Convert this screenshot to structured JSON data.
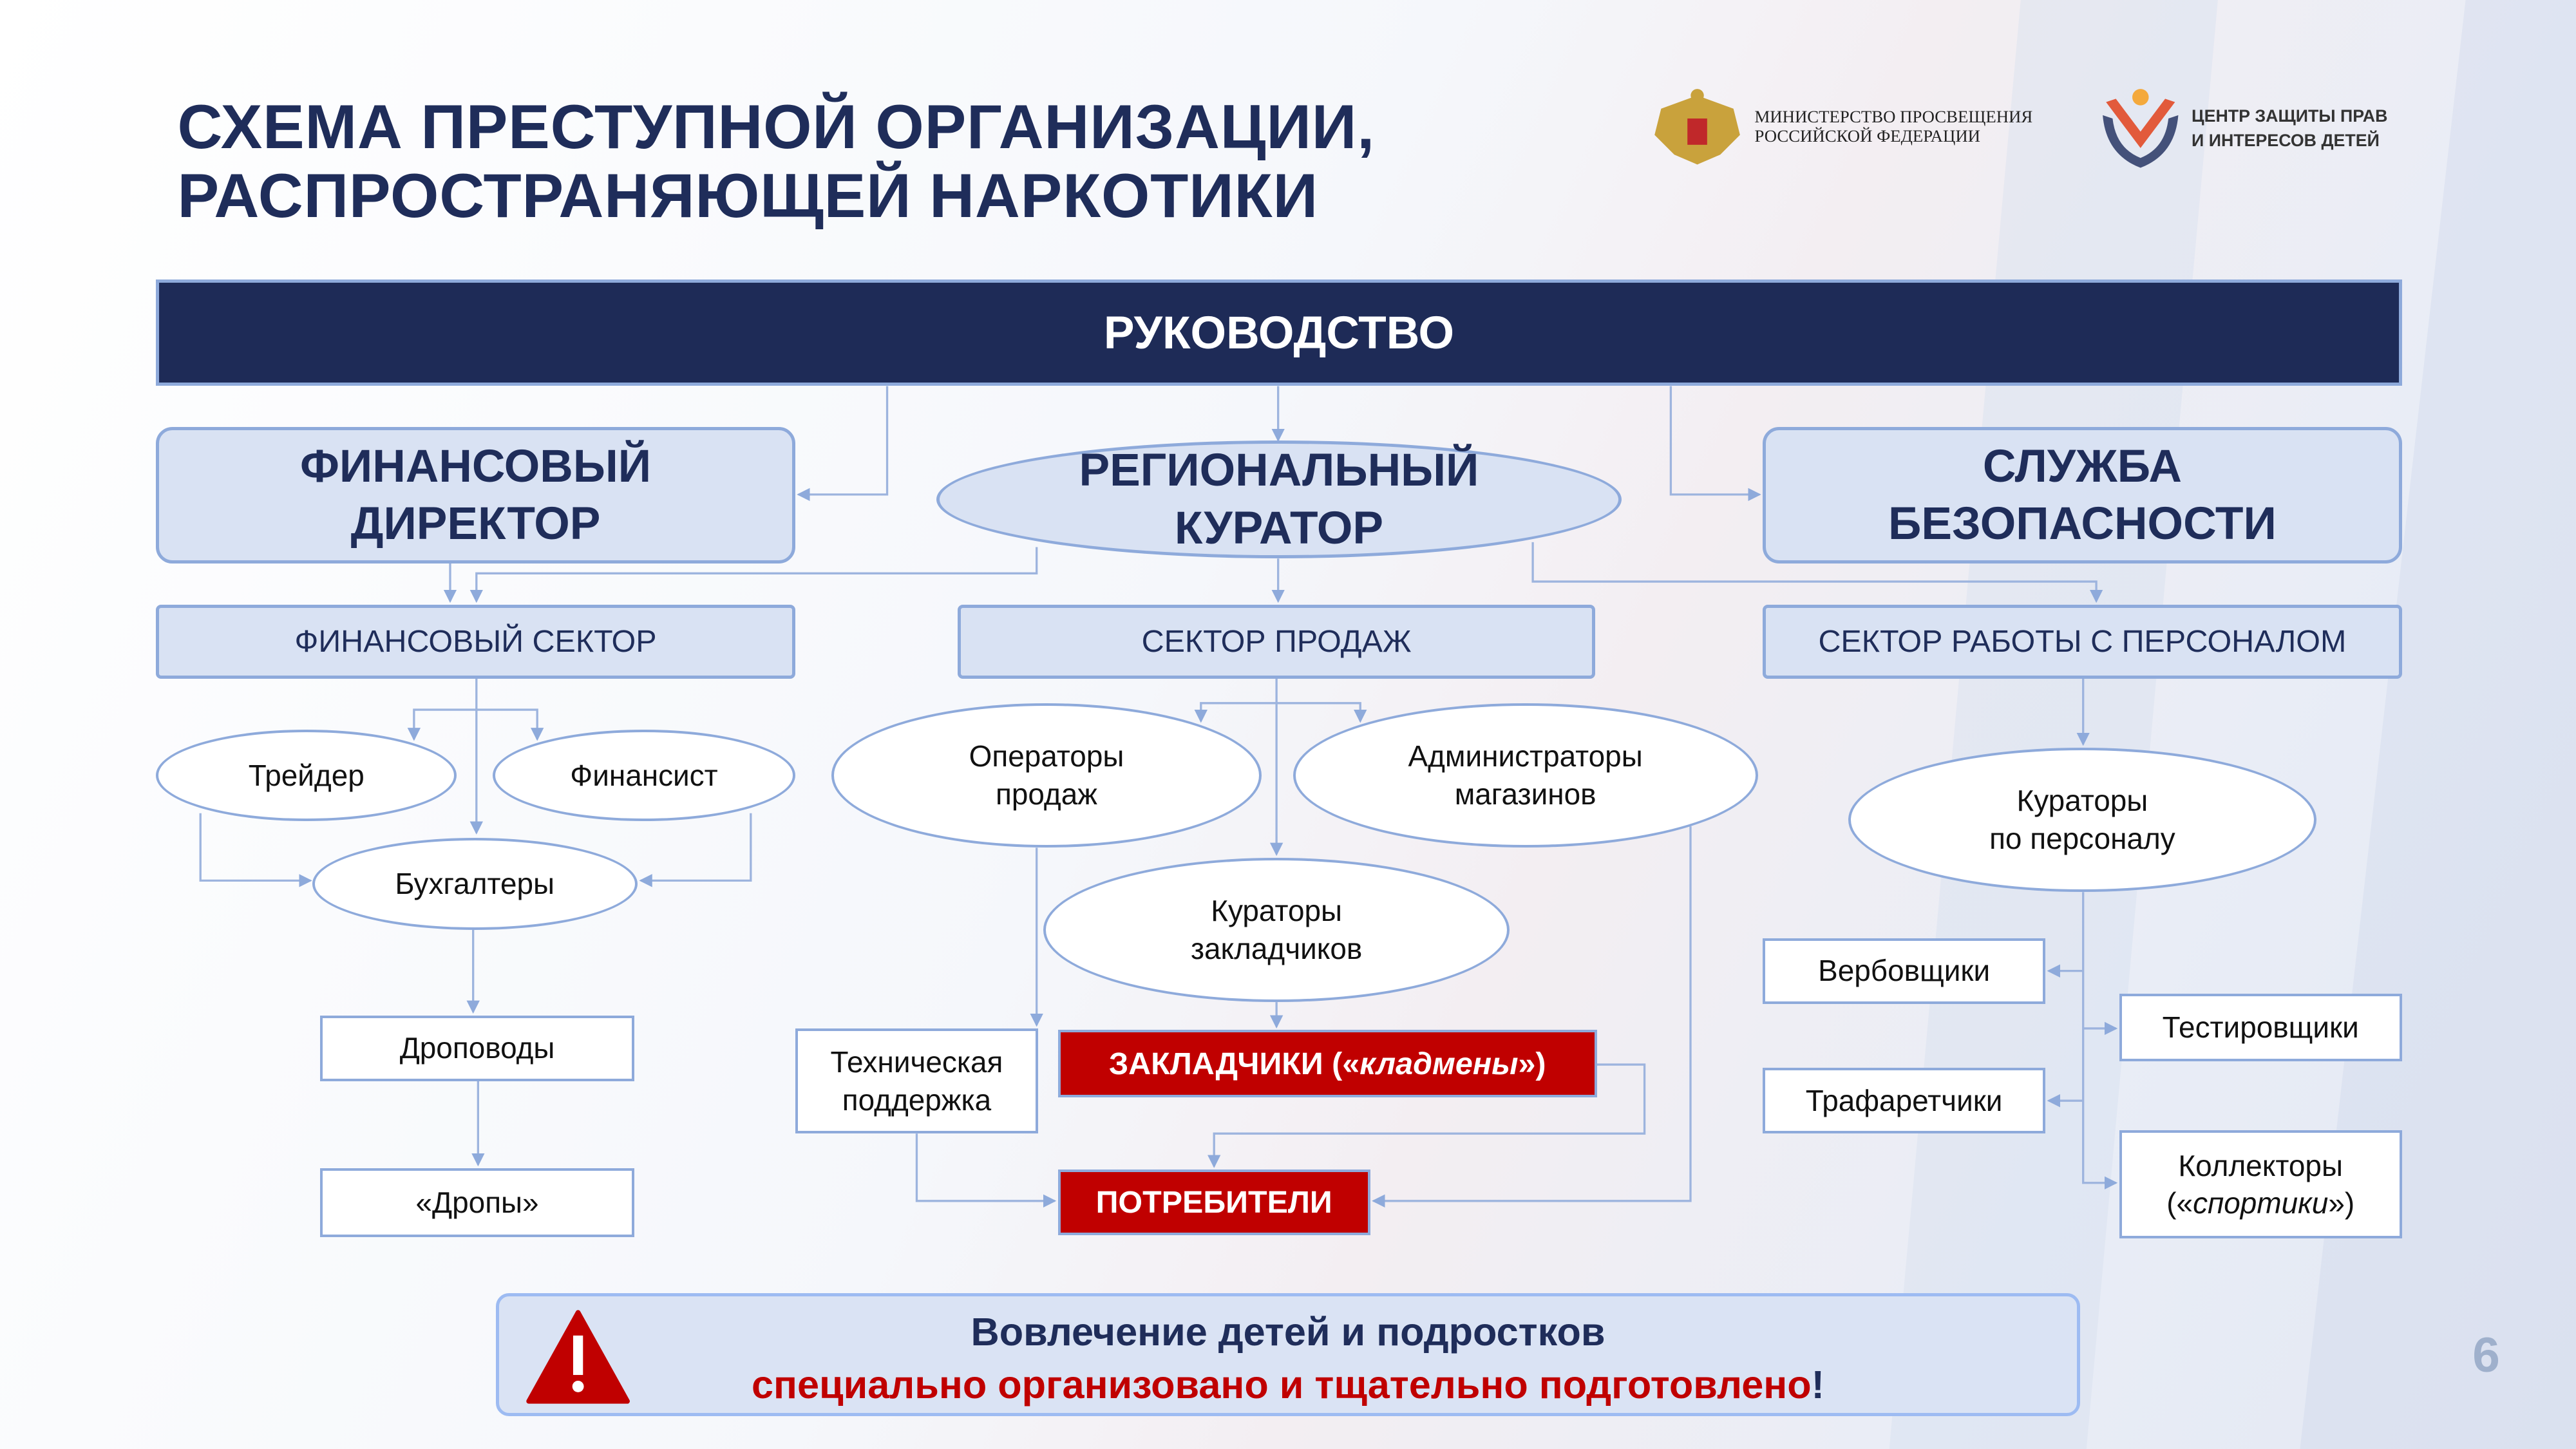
{
  "title": {
    "line1": "СХЕМА ПРЕСТУПНОЙ ОРГАНИЗАЦИИ,",
    "line2": "РАСПРОСТРАНЯЮЩЕЙ НАРКОТИКИ"
  },
  "logos": {
    "ministry": {
      "line1": "МИНИСТЕРСТВО ПРОСВЕЩЕНИЯ",
      "line2": "РОССИЙСКОЙ ФЕДЕРАЦИИ",
      "icon": "coat-of-arms-icon"
    },
    "center": {
      "line1": "ЦЕНТР ЗАЩИТЫ ПРАВ",
      "line2": "И ИНТЕРЕСОВ ДЕТЕЙ",
      "icon": "hands-heart-icon"
    }
  },
  "colors": {
    "navy": "#1e2b57",
    "light": "#d9e2f3",
    "border": "#8eaadb",
    "red": "#c00000"
  },
  "chart": {
    "leadership": "РУКОВОДСТВО",
    "fin_director": {
      "line1": "ФИНАНСОВЫЙ",
      "line2": "ДИРЕКТОР"
    },
    "regional_curator": {
      "line1": "РЕГИОНАЛЬНЫЙ",
      "line2": "КУРАТОР"
    },
    "security": {
      "line1": "СЛУЖБА",
      "line2": "БЕЗОПАСНОСТИ"
    },
    "fin_sector": "ФИНАНСОВЫЙ СЕКТОР",
    "sales_sector": "СЕКТОР ПРОДАЖ",
    "hr_sector": "СЕКТОР РАБОТЫ С ПЕРСОНАЛОМ",
    "trader": "Трейдер",
    "financier": "Финансист",
    "accountants": "Бухгалтеры",
    "drop_leads": "Дроповоды",
    "drops": "«Дропы»",
    "operators": {
      "line1": "Операторы",
      "line2": "продаж"
    },
    "admins": {
      "line1": "Администраторы",
      "line2": "магазинов"
    },
    "stash_curators": {
      "line1": "Кураторы",
      "line2": "закладчиков"
    },
    "tech_support": {
      "line1": "Техническая",
      "line2": "поддержка"
    },
    "stashers": {
      "main": "ЗАКЛАДЧИКИ («",
      "italic": "кладмены",
      "end": "»)"
    },
    "consumers": "ПОТРЕБИТЕЛИ",
    "hr_curators": {
      "line1": "Кураторы",
      "line2": "по персоналу"
    },
    "recruiters": "Вербовщики",
    "testers": "Тестировщики",
    "stencilers": "Трафаретчики",
    "collectors": {
      "line1": "Коллекторы",
      "line2a": "(«",
      "line2i": "спортики",
      "line2b": "»)"
    }
  },
  "banner": {
    "line1": "Вовлечение детей и подростков",
    "line2": "специально организовано и тщательно подготовлено",
    "line2_end": "!",
    "icon": "warning-icon"
  },
  "page_number": "6"
}
